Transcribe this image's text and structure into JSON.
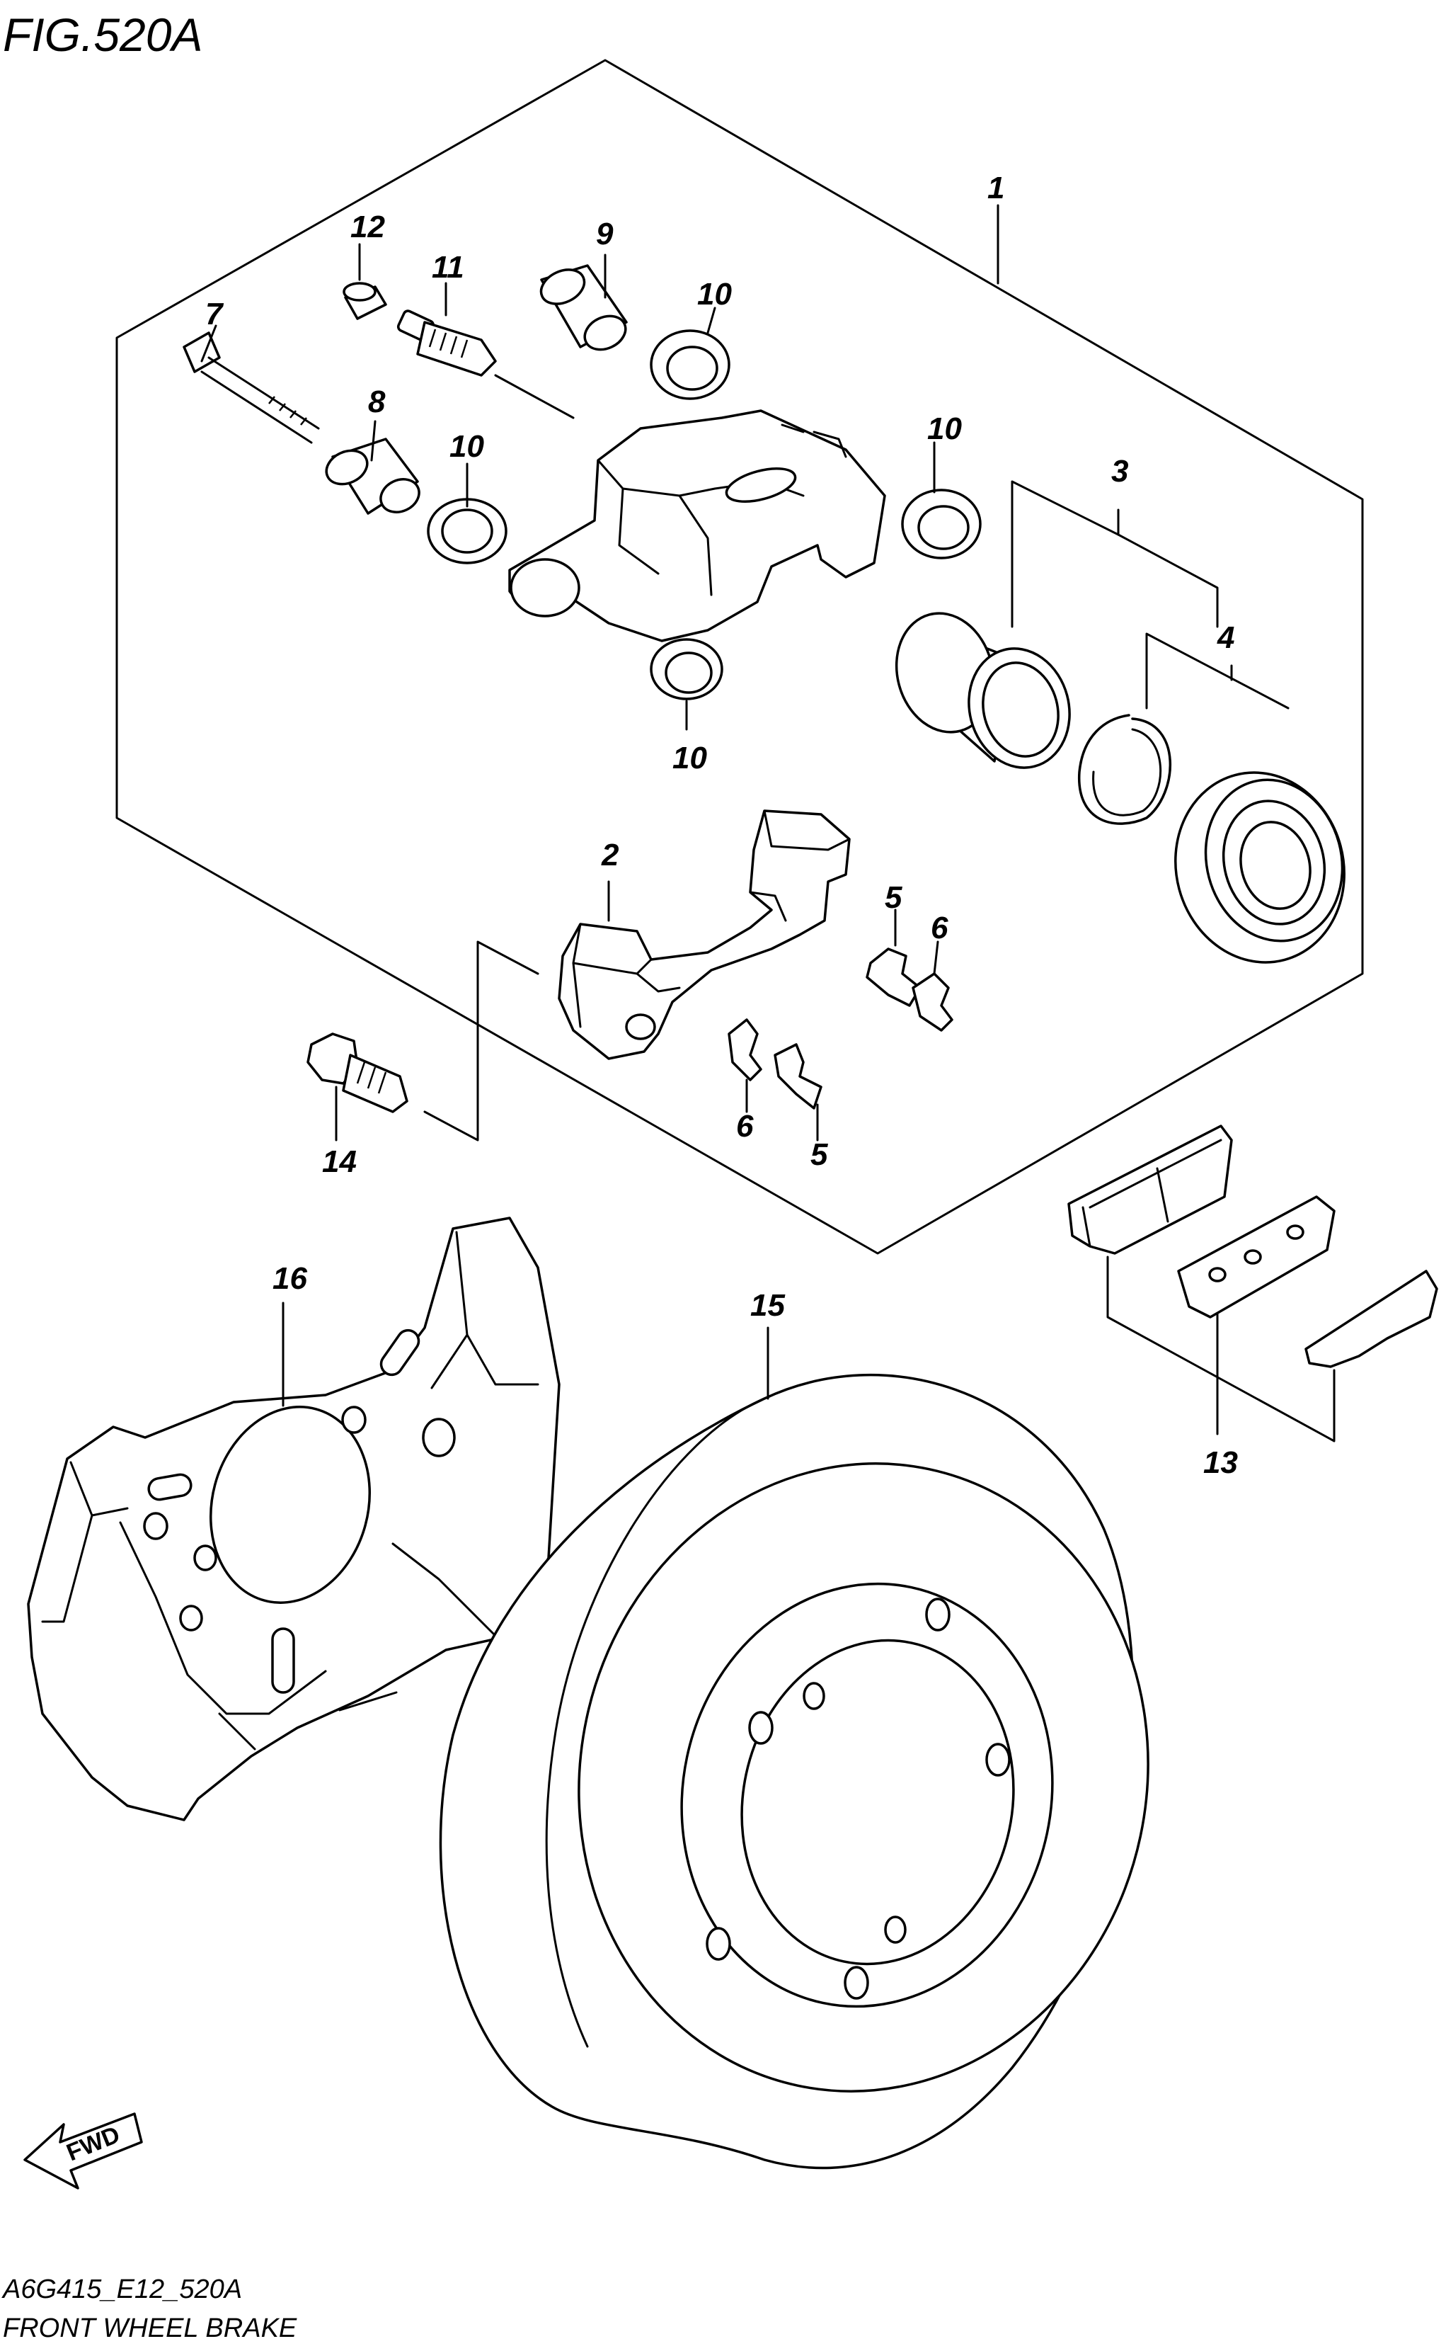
{
  "figure": {
    "title": "FIG.520A"
  },
  "footer": {
    "code": "A6G415_E12_520A",
    "caption": "FRONT WHEEL BRAKE"
  },
  "badge": {
    "text": "FWD"
  },
  "callouts": {
    "c1": "1",
    "c2": "2",
    "c3": "3",
    "c4": "4",
    "c5a": "5",
    "c5b": "5",
    "c6a": "6",
    "c6b": "6",
    "c7": "7",
    "c8": "8",
    "c9": "9",
    "c10a": "10",
    "c10b": "10",
    "c10c": "10",
    "c10d": "10",
    "c11": "11",
    "c12": "12",
    "c13": "13",
    "c14": "14",
    "c15": "15",
    "c16": "16"
  }
}
